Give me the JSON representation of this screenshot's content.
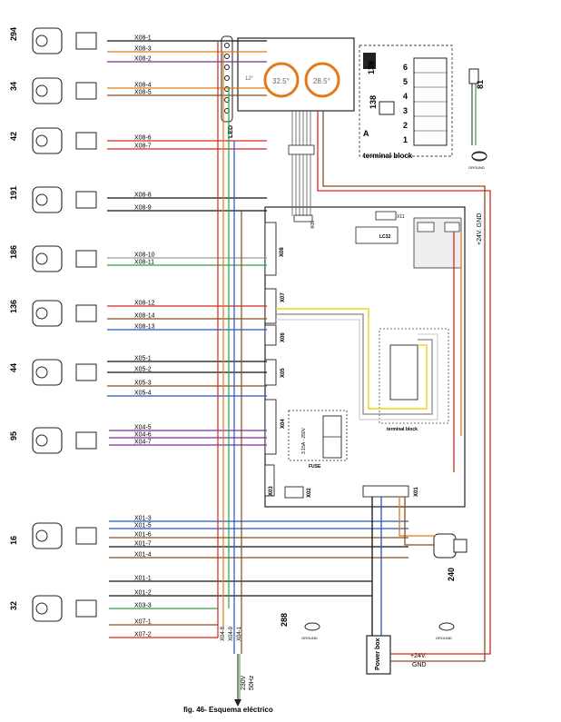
{
  "caption": "fig. 46- Esquema eléctrico",
  "components": [
    {
      "num": "294"
    },
    {
      "num": "34"
    },
    {
      "num": "42"
    },
    {
      "num": "191"
    },
    {
      "num": "186"
    },
    {
      "num": "136"
    },
    {
      "num": "44"
    },
    {
      "num": "95"
    },
    {
      "num": "16"
    },
    {
      "num": "32"
    },
    {
      "num": "139"
    },
    {
      "num": "138"
    },
    {
      "num": "81"
    },
    {
      "num": "240"
    },
    {
      "num": "288"
    }
  ],
  "wire_labels": [
    "X08-1",
    "X08-3",
    "X08-2",
    "X08-4",
    "X08-5",
    "X08-6",
    "X08-7",
    "X08-8",
    "X08-9",
    "X08-10",
    "X08-11",
    "X08-12",
    "X08-14",
    "X08-13",
    "X05-1",
    "X05-2",
    "X05-3",
    "X05-4",
    "X04-5",
    "X04-6",
    "X04-7",
    "X01-3",
    "X01-5",
    "X01-6",
    "X01-7",
    "X01-4",
    "X01-1",
    "X01-2",
    "X03-3",
    "X07-1",
    "X07-2"
  ],
  "bottom_labels": [
    "X04-8",
    "X04-9",
    "X04-1"
  ],
  "connectors": [
    "X08",
    "X07",
    "X06",
    "X05",
    "X04",
    "X03",
    "X02",
    "X01",
    "X09",
    "X11",
    "LC32"
  ],
  "terminal_block": {
    "title": "terminal block",
    "inner_title": "terminal block",
    "rows": [
      "6",
      "5",
      "4",
      "3",
      "2",
      "1"
    ],
    "label_a": "A"
  },
  "fuse": {
    "spec": "3.15A - 250V",
    "label": "FUSE"
  },
  "led_label": "LED",
  "display": {
    "temp1": "32.5°",
    "temp2": "28.5°",
    "small": "12°"
  },
  "ground_label": "GROUND",
  "power_box": {
    "title": "Power box",
    "v24": "+24V.",
    "gnd": "GND"
  },
  "supply_vertical": "+24V. GND",
  "mains": {
    "v": "230V",
    "hz": "50Hz"
  },
  "colors": {
    "black": "#111111",
    "red": "#d9241c",
    "orange": "#e07b1a",
    "brown": "#8a4b1c",
    "blue": "#1f58c4",
    "green": "#2ea043",
    "yellow": "#f0d21a",
    "grey": "#9a9a9a",
    "violet": "#7a2c9e",
    "white": "#d8d8d8",
    "lightblue": "#68b8e0"
  }
}
